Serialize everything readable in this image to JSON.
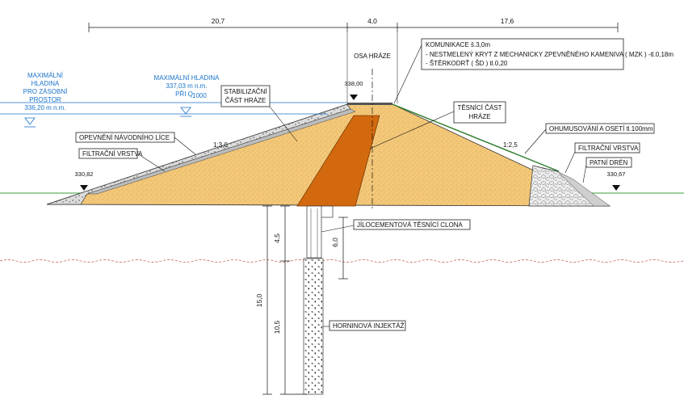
{
  "dimensions": {
    "top_left": "20,7",
    "top_mid": "4,0",
    "top_right": "17,6",
    "v_total": "15,0",
    "v_upper": "4,5",
    "v_lower": "10,5",
    "clona": "6,0"
  },
  "elevations": {
    "crest": "338,00",
    "toe_left": "330,82",
    "toe_right": "330,67"
  },
  "slopes": {
    "upstream": "1:3,0",
    "downstream": "1:2,5"
  },
  "water": {
    "max_storage": [
      "MAXIMÁLNÍ",
      "HLADINA",
      "PRO ZÁSOBNÍ",
      "PROSTOR",
      "336,20 m n.m."
    ],
    "max_flood": [
      "MAXIMÁLNÍ HLADINA",
      "337,03 m n.m.",
      "PŘI Q"
    ],
    "max_flood_sub": "1000"
  },
  "labels": {
    "axis": "OSA HRÁZE",
    "stabilizing": [
      "STABILIZAČNÍ",
      "ČÁST HRÁZE"
    ],
    "sealing": [
      "TĚSNÍCÍ ČÁST",
      "HRÁZE"
    ],
    "upstream_lining": "OPEVNĚNÍ NÁVODNÍHO LÍCE",
    "filter_left": "FILTRAČNÍ VRSTVA",
    "filter_right": "FILTRAČNÍ VRSTVA",
    "humus": "OHUMUSOVÁNÍ A OSETÍ tl.100mm",
    "toe_drain": "PATNÍ DRÉN",
    "clay_cement": "JÍLOCEMENTOVÁ TĚSNÍCÍ CLONA",
    "grouting": "HORNINOVÁ INJEKTÁŽ",
    "road": [
      "KOMUNIKACE š.3,0m",
      "- NESTMELENÝ KRYT Z MECHANICKY ZPEVNĚNÉHO KAMENIVA  ( MZK )  -tl.0,18m",
      "- ŠTĚRKODRŤ  ( ŠD )  tl.0,20"
    ]
  },
  "colors": {
    "fill": "#f2c77c",
    "core": "#d2690f",
    "water": "#1a73c9",
    "ground": "#3aa23a",
    "bedrock": "#c97b6a"
  }
}
